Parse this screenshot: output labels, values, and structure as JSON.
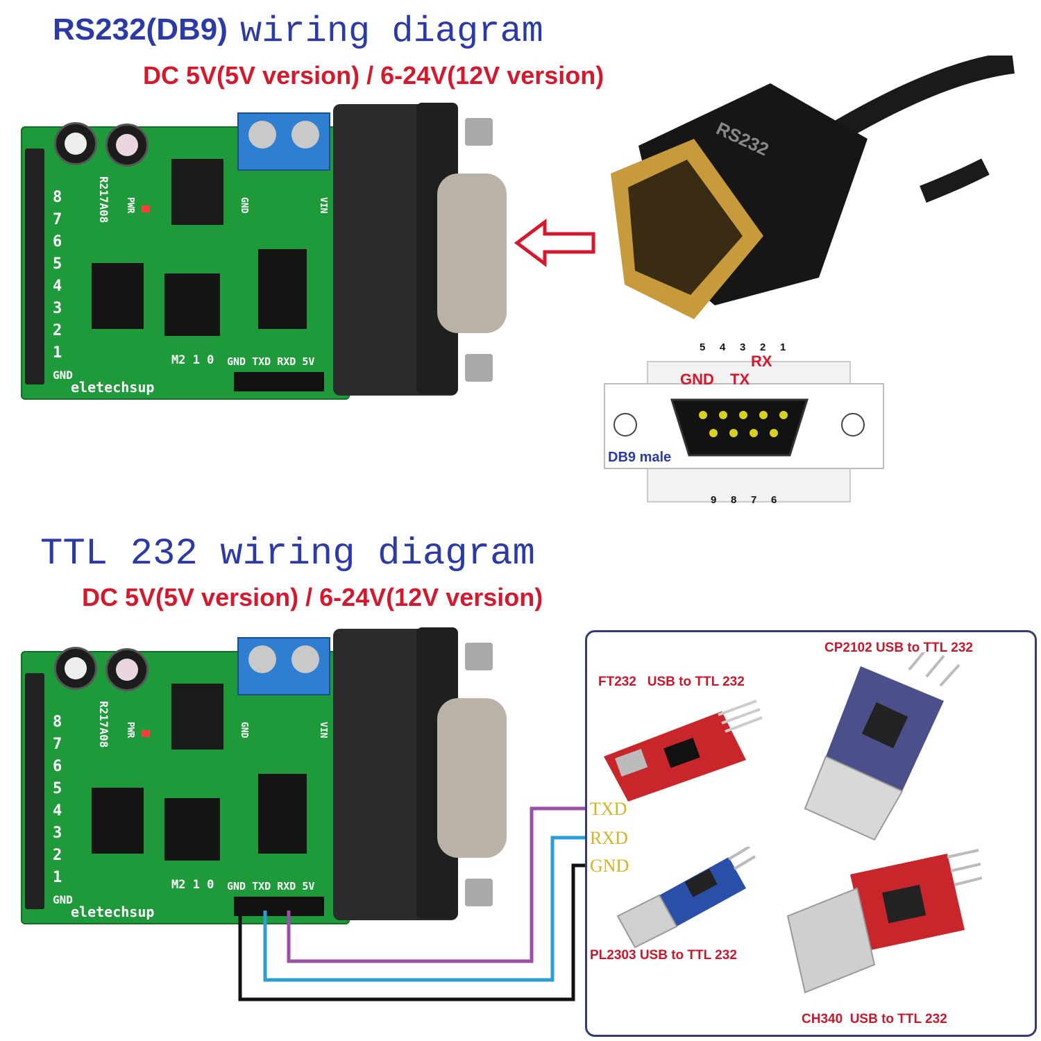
{
  "rs232": {
    "title_a": "RS232(DB9)",
    "title_b": " wiring diagram",
    "power": "DC 5V(5V version) / 6-24V(12V version)"
  },
  "ttl": {
    "title": "TTL 232 wiring diagram",
    "power": "DC 5V(5V version) / 6-24V(12V version)"
  },
  "board": {
    "brand": "eletechsup",
    "model": "R217A08",
    "pwr": "PWR",
    "gnd": "GND",
    "vin": "VIN",
    "mode": "M2 1 0",
    "pins": "GND TXD RXD 5V",
    "channels": [
      "8",
      "7",
      "6",
      "5",
      "4",
      "3",
      "2",
      "1",
      "GND"
    ]
  },
  "cable": {
    "label": "RS232"
  },
  "db9": {
    "label": "DB9 male",
    "top_numbers": [
      "5",
      "4",
      "3",
      "2",
      "1"
    ],
    "bottom_numbers": [
      "9",
      "8",
      "7",
      "6"
    ],
    "gnd": "GND",
    "tx": "TX",
    "rx": "RX"
  },
  "ttl_wires": [
    "TXD",
    "RXD",
    "GND"
  ],
  "modules": {
    "ft232": "FT232   USB to TTL 232",
    "cp2102": "CP2102 USB to TTL 232",
    "pl2303": "PL2303 USB to TTL 232",
    "ch340": "CH340  USB to TTL 232"
  },
  "colors": {
    "title_blue": "#2b3aa6",
    "red": "#d7172b",
    "pcb_green": "#1f9a3a",
    "wire_purple": "#9b4fa6",
    "wire_blue": "#2a9fd6",
    "wire_black": "#111111"
  }
}
